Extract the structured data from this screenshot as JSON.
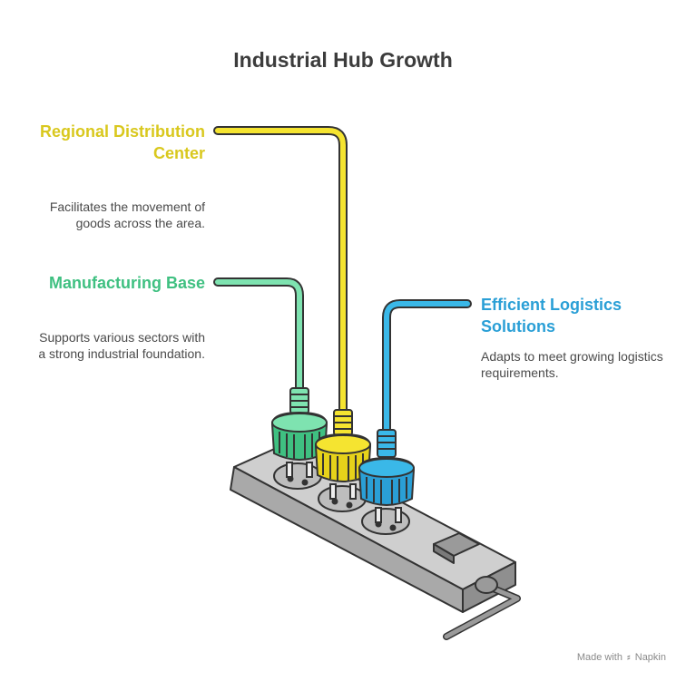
{
  "title": "Industrial Hub Growth",
  "items": [
    {
      "heading": "Regional Distribution Center",
      "description": "Facilitates the movement of goods across the area.",
      "color": "#f5e430"
    },
    {
      "heading": "Manufacturing Base",
      "description": "Supports various sectors with a strong industrial foundation.",
      "color": "#7ee3b0"
    },
    {
      "heading": "Efficient Logistics Solutions",
      "description": "Adapts to meet growing logistics requirements.",
      "color": "#3ab8e8"
    }
  ],
  "footer": {
    "made_with": "Made with",
    "brand": "Napkin"
  }
}
